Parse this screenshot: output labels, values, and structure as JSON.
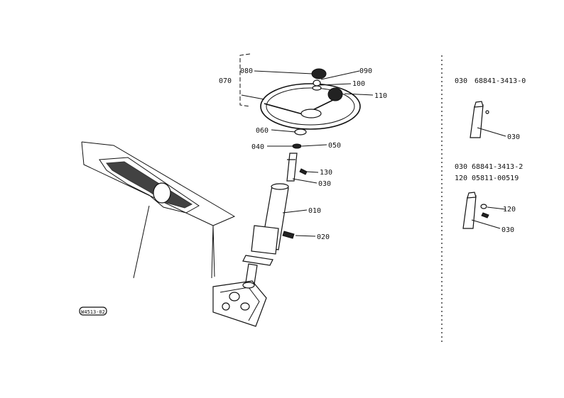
{
  "callouts": {
    "c070": "070",
    "c080": "080",
    "c090": "090",
    "c100": "100",
    "c110": "110",
    "c060": "060",
    "c050": "050",
    "c040": "040",
    "c130": "130",
    "c030": "030",
    "c010": "010",
    "c020": "020"
  },
  "stamp": "W4513-02",
  "variant_a": {
    "code": "030",
    "part_number": "68841-3413-0",
    "callout": "030"
  },
  "variant_b": {
    "rows": [
      {
        "code": "030",
        "part_number": "68841-3413-2"
      },
      {
        "code": "120",
        "part_number": "05811-00519"
      }
    ],
    "callout_120": "120",
    "callout_030": "030"
  }
}
